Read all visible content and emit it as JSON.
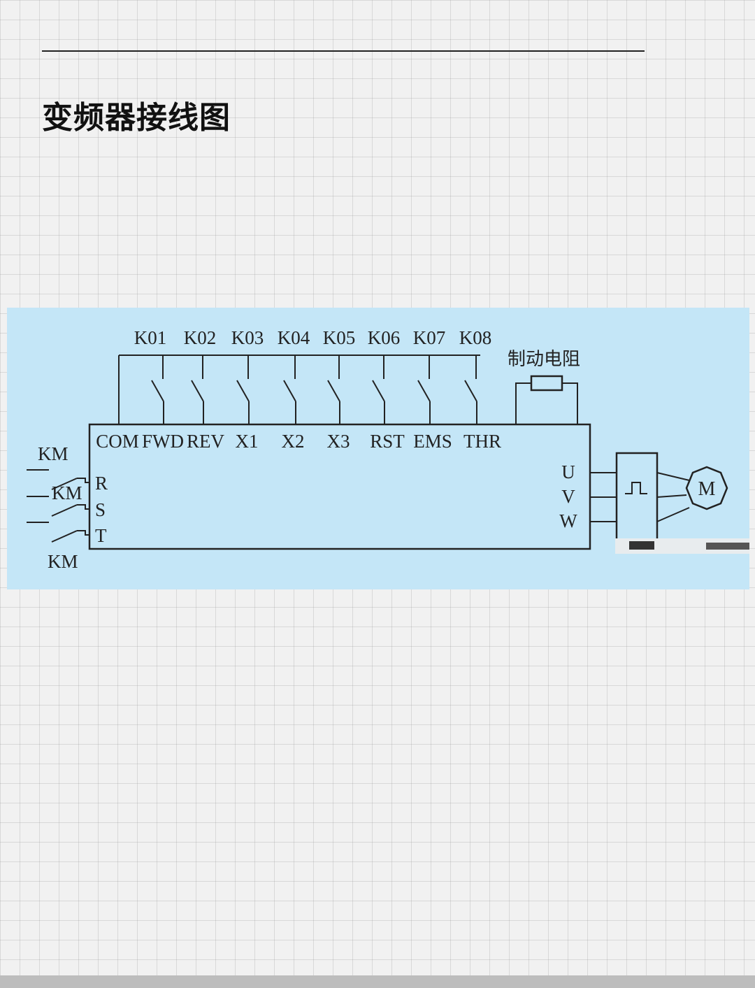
{
  "title": "变频器接线图",
  "diagram": {
    "relays": [
      "K01",
      "K02",
      "K03",
      "K04",
      "K05",
      "K06",
      "K07",
      "K08"
    ],
    "terminals": [
      "COM",
      "FWD",
      "REV",
      "X1",
      "X2",
      "X3",
      "RST",
      "EMS",
      "THR"
    ],
    "brake_resistor_label": "制动电阻",
    "input_phases": [
      "R",
      "S",
      "T"
    ],
    "contactor_label": "KM",
    "output_phases": [
      "U",
      "V",
      "W"
    ],
    "motor_label": "M",
    "colors": {
      "background": "#c4e6f7",
      "line": "#222222"
    }
  }
}
